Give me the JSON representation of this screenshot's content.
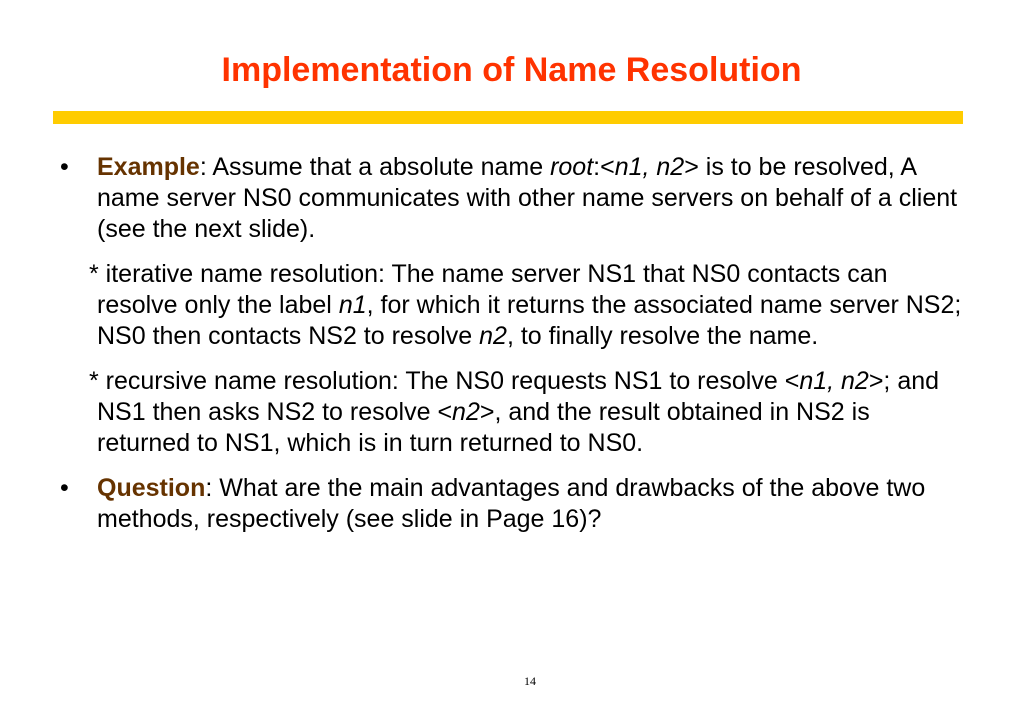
{
  "title": "Implementation of Name Resolution",
  "colors": {
    "title": "#ff3300",
    "rule": "#ffcc00",
    "keyword": "#663300",
    "text": "#000000"
  },
  "bullet_symbol": "•",
  "example": {
    "label": "Example",
    "t1": ": Assume that a absolute name ",
    "root": "root",
    "t2": ":<",
    "n1n2": "n1, n2",
    "t3": "> is to be resolved, A name server NS0 communicates with other name servers on behalf of a client (see the next slide)."
  },
  "iterative": {
    "t1": "* iterative name resolution: The name server NS1 that NS0 contacts can resolve only the label ",
    "n1": "n1",
    "t2": ", for which it returns the associated name server NS2; NS0 then contacts NS2 to resolve ",
    "n2": "n2",
    "t3": ", to finally resolve the name."
  },
  "recursive": {
    "t1": "* recursive name resolution: The NS0 requests NS1 to resolve <",
    "n1n2": "n1, n2",
    "t2": ">; and NS1 then asks NS2 to resolve <",
    "n2": "n2",
    "t3": ">, and the result obtained in NS2 is returned to NS1, which is in turn returned to NS0."
  },
  "question": {
    "label": "Question",
    "text": ": What are the main advantages and drawbacks of the above two methods, respectively (see slide in Page 16)?"
  },
  "page_number": "14"
}
